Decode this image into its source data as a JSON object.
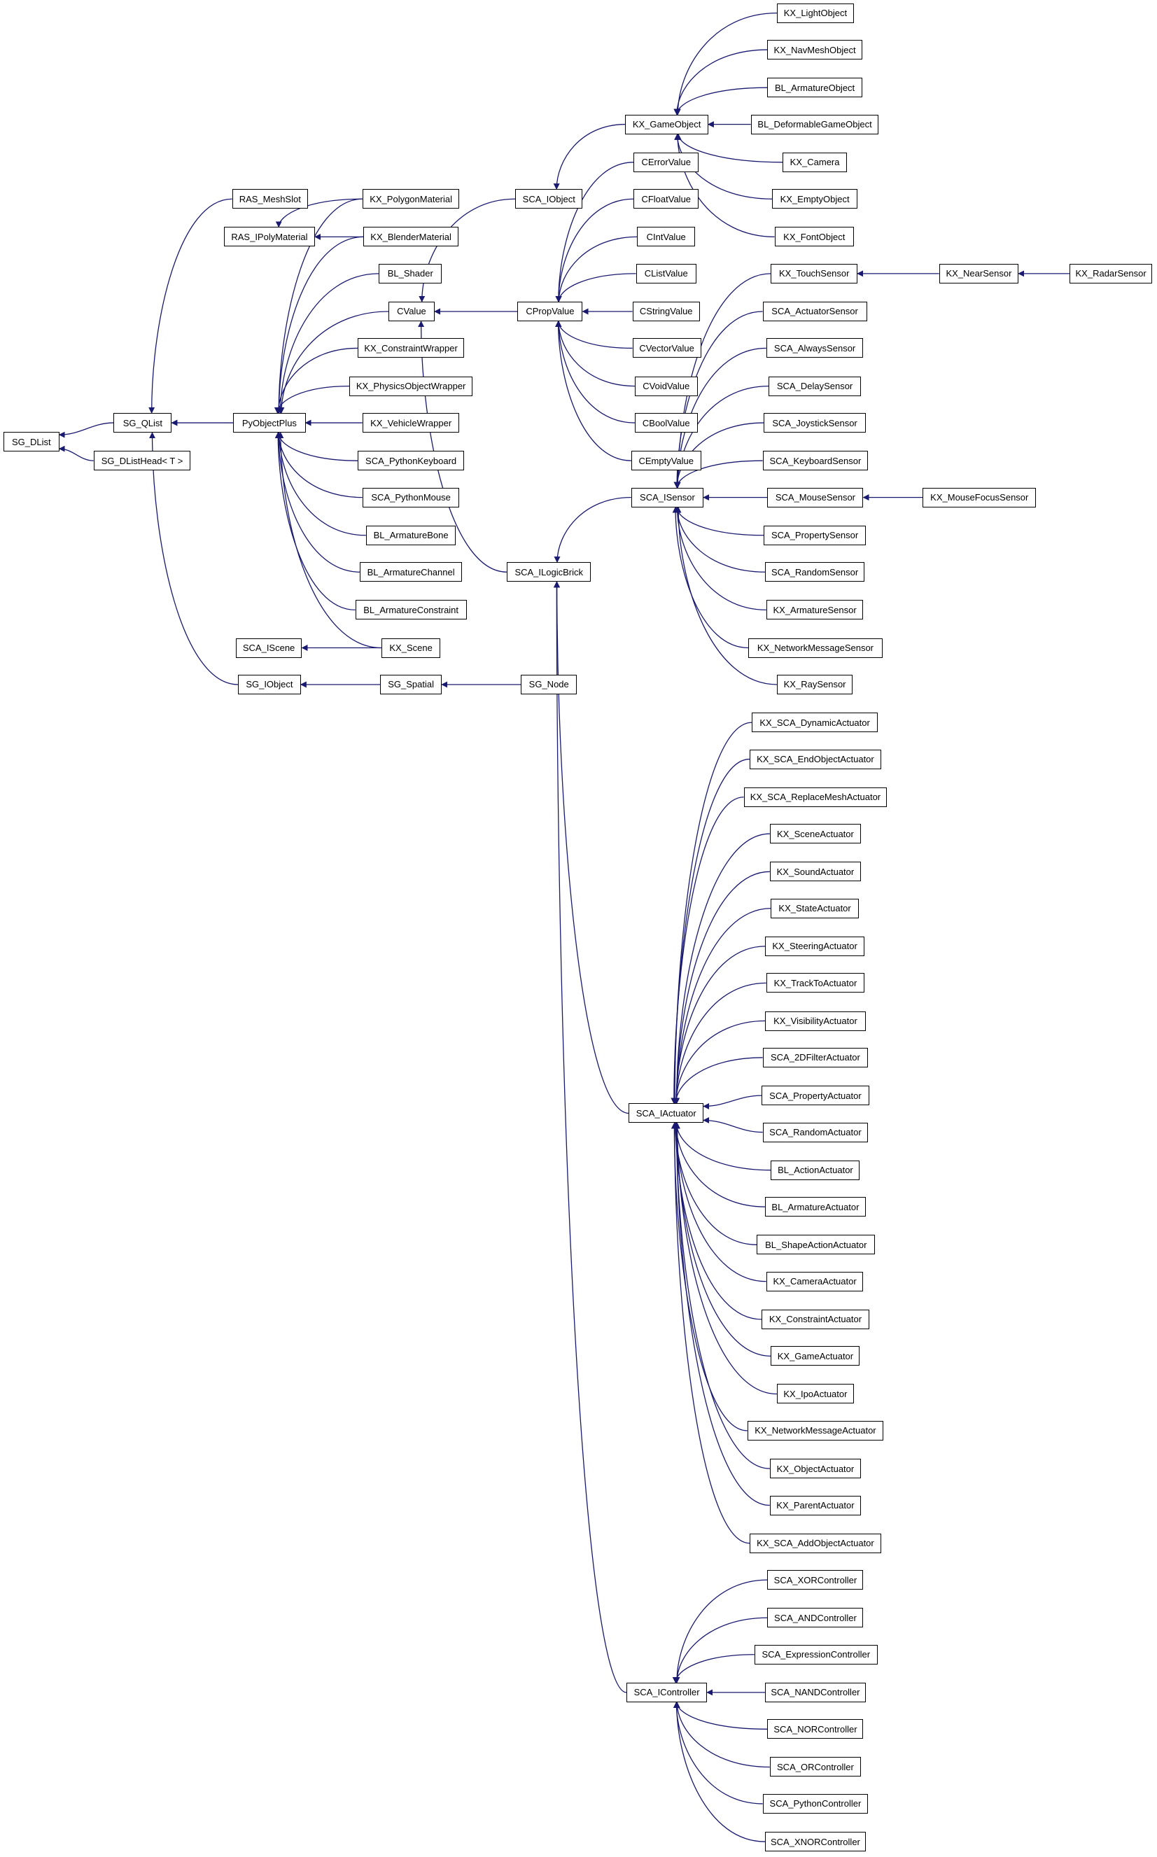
{
  "title": "Class inheritance graph",
  "colors": {
    "edge": "#191970",
    "node_border": "#000000",
    "background": "#ffffff"
  },
  "nodes": [
    "SG_DList",
    "SG_QList",
    "SG_DListHead< T >",
    "RAS_MeshSlot",
    "RAS_IPolyMaterial",
    "PyObjectPlus",
    "SCA_IScene",
    "SG_IObject",
    "KX_PolygonMaterial",
    "KX_BlenderMaterial",
    "BL_Shader",
    "CValue",
    "KX_ConstraintWrapper",
    "KX_PhysicsObjectWrapper",
    "KX_VehicleWrapper",
    "SCA_PythonKeyboard",
    "SCA_PythonMouse",
    "BL_ArmatureBone",
    "BL_ArmatureChannel",
    "BL_ArmatureConstraint",
    "KX_Scene",
    "SG_Spatial",
    "SCA_IObject",
    "CPropValue",
    "SCA_ILogicBrick",
    "SG_Node",
    "KX_GameObject",
    "CErrorValue",
    "CFloatValue",
    "CIntValue",
    "CListValue",
    "CStringValue",
    "CVectorValue",
    "CVoidValue",
    "CBoolValue",
    "CEmptyValue",
    "SCA_ISensor",
    "SCA_IActuator",
    "SCA_IController",
    "KX_LightObject",
    "KX_NavMeshObject",
    "BL_ArmatureObject",
    "BL_DeformableGameObject",
    "KX_Camera",
    "KX_EmptyObject",
    "KX_FontObject",
    "KX_TouchSensor",
    "SCA_ActuatorSensor",
    "SCA_AlwaysSensor",
    "SCA_DelaySensor",
    "SCA_JoystickSensor",
    "SCA_KeyboardSensor",
    "SCA_MouseSensor",
    "SCA_PropertySensor",
    "SCA_RandomSensor",
    "KX_ArmatureSensor",
    "KX_NetworkMessageSensor",
    "KX_RaySensor",
    "KX_NearSensor",
    "KX_RadarSensor",
    "KX_MouseFocusSensor",
    "KX_SCA_DynamicActuator",
    "KX_SCA_EndObjectActuator",
    "KX_SCA_ReplaceMeshActuator",
    "KX_SceneActuator",
    "KX_SoundActuator",
    "KX_StateActuator",
    "KX_SteeringActuator",
    "KX_TrackToActuator",
    "KX_VisibilityActuator",
    "SCA_2DFilterActuator",
    "SCA_PropertyActuator",
    "SCA_RandomActuator",
    "BL_ActionActuator",
    "BL_ArmatureActuator",
    "BL_ShapeActionActuator",
    "KX_CameraActuator",
    "KX_ConstraintActuator",
    "KX_GameActuator",
    "KX_IpoActuator",
    "KX_NetworkMessageActuator",
    "KX_ObjectActuator",
    "KX_ParentActuator",
    "KX_SCA_AddObjectActuator",
    "SCA_XORController",
    "SCA_ANDController",
    "SCA_ExpressionController",
    "SCA_NANDController",
    "SCA_NORController",
    "SCA_ORController",
    "SCA_PythonController",
    "SCA_XNORController"
  ],
  "edges": [
    [
      "SG_QList",
      "SG_DList"
    ],
    [
      "SG_DListHead< T >",
      "SG_DList"
    ],
    [
      "RAS_MeshSlot",
      "SG_QList"
    ],
    [
      "PyObjectPlus",
      "SG_QList"
    ],
    [
      "SG_IObject",
      "SG_QList"
    ],
    [
      "KX_PolygonMaterial",
      "RAS_IPolyMaterial"
    ],
    [
      "KX_BlenderMaterial",
      "RAS_IPolyMaterial"
    ],
    [
      "KX_PolygonMaterial",
      "PyObjectPlus"
    ],
    [
      "KX_BlenderMaterial",
      "PyObjectPlus"
    ],
    [
      "BL_Shader",
      "PyObjectPlus"
    ],
    [
      "CValue",
      "PyObjectPlus"
    ],
    [
      "KX_ConstraintWrapper",
      "PyObjectPlus"
    ],
    [
      "KX_PhysicsObjectWrapper",
      "PyObjectPlus"
    ],
    [
      "KX_VehicleWrapper",
      "PyObjectPlus"
    ],
    [
      "SCA_PythonKeyboard",
      "PyObjectPlus"
    ],
    [
      "SCA_PythonMouse",
      "PyObjectPlus"
    ],
    [
      "BL_ArmatureBone",
      "PyObjectPlus"
    ],
    [
      "BL_ArmatureChannel",
      "PyObjectPlus"
    ],
    [
      "BL_ArmatureConstraint",
      "PyObjectPlus"
    ],
    [
      "KX_Scene",
      "PyObjectPlus"
    ],
    [
      "KX_Scene",
      "SCA_IScene"
    ],
    [
      "SG_Spatial",
      "SG_IObject"
    ],
    [
      "SG_Node",
      "SG_Spatial"
    ],
    [
      "SCA_IObject",
      "CValue"
    ],
    [
      "CPropValue",
      "CValue"
    ],
    [
      "SCA_ILogicBrick",
      "CValue"
    ],
    [
      "KX_GameObject",
      "SCA_IObject"
    ],
    [
      "CErrorValue",
      "CPropValue"
    ],
    [
      "CFloatValue",
      "CPropValue"
    ],
    [
      "CIntValue",
      "CPropValue"
    ],
    [
      "CListValue",
      "CPropValue"
    ],
    [
      "CStringValue",
      "CPropValue"
    ],
    [
      "CVectorValue",
      "CPropValue"
    ],
    [
      "CVoidValue",
      "CPropValue"
    ],
    [
      "CBoolValue",
      "CPropValue"
    ],
    [
      "CEmptyValue",
      "CPropValue"
    ],
    [
      "SCA_ISensor",
      "SCA_ILogicBrick"
    ],
    [
      "SCA_IActuator",
      "SCA_ILogicBrick"
    ],
    [
      "SCA_IController",
      "SCA_ILogicBrick"
    ],
    [
      "KX_LightObject",
      "KX_GameObject"
    ],
    [
      "KX_NavMeshObject",
      "KX_GameObject"
    ],
    [
      "BL_ArmatureObject",
      "KX_GameObject"
    ],
    [
      "BL_DeformableGameObject",
      "KX_GameObject"
    ],
    [
      "KX_Camera",
      "KX_GameObject"
    ],
    [
      "KX_EmptyObject",
      "KX_GameObject"
    ],
    [
      "KX_FontObject",
      "KX_GameObject"
    ],
    [
      "KX_TouchSensor",
      "SCA_ISensor"
    ],
    [
      "SCA_ActuatorSensor",
      "SCA_ISensor"
    ],
    [
      "SCA_AlwaysSensor",
      "SCA_ISensor"
    ],
    [
      "SCA_DelaySensor",
      "SCA_ISensor"
    ],
    [
      "SCA_JoystickSensor",
      "SCA_ISensor"
    ],
    [
      "SCA_KeyboardSensor",
      "SCA_ISensor"
    ],
    [
      "SCA_MouseSensor",
      "SCA_ISensor"
    ],
    [
      "SCA_PropertySensor",
      "SCA_ISensor"
    ],
    [
      "SCA_RandomSensor",
      "SCA_ISensor"
    ],
    [
      "KX_ArmatureSensor",
      "SCA_ISensor"
    ],
    [
      "KX_NetworkMessageSensor",
      "SCA_ISensor"
    ],
    [
      "KX_RaySensor",
      "SCA_ISensor"
    ],
    [
      "KX_NearSensor",
      "KX_TouchSensor"
    ],
    [
      "KX_RadarSensor",
      "KX_NearSensor"
    ],
    [
      "KX_MouseFocusSensor",
      "SCA_MouseSensor"
    ],
    [
      "KX_SCA_DynamicActuator",
      "SCA_IActuator"
    ],
    [
      "KX_SCA_EndObjectActuator",
      "SCA_IActuator"
    ],
    [
      "KX_SCA_ReplaceMeshActuator",
      "SCA_IActuator"
    ],
    [
      "KX_SceneActuator",
      "SCA_IActuator"
    ],
    [
      "KX_SoundActuator",
      "SCA_IActuator"
    ],
    [
      "KX_StateActuator",
      "SCA_IActuator"
    ],
    [
      "KX_SteeringActuator",
      "SCA_IActuator"
    ],
    [
      "KX_TrackToActuator",
      "SCA_IActuator"
    ],
    [
      "KX_VisibilityActuator",
      "SCA_IActuator"
    ],
    [
      "SCA_2DFilterActuator",
      "SCA_IActuator"
    ],
    [
      "SCA_PropertyActuator",
      "SCA_IActuator"
    ],
    [
      "SCA_RandomActuator",
      "SCA_IActuator"
    ],
    [
      "BL_ActionActuator",
      "SCA_IActuator"
    ],
    [
      "BL_ArmatureActuator",
      "SCA_IActuator"
    ],
    [
      "BL_ShapeActionActuator",
      "SCA_IActuator"
    ],
    [
      "KX_CameraActuator",
      "SCA_IActuator"
    ],
    [
      "KX_ConstraintActuator",
      "SCA_IActuator"
    ],
    [
      "KX_GameActuator",
      "SCA_IActuator"
    ],
    [
      "KX_IpoActuator",
      "SCA_IActuator"
    ],
    [
      "KX_NetworkMessageActuator",
      "SCA_IActuator"
    ],
    [
      "KX_ObjectActuator",
      "SCA_IActuator"
    ],
    [
      "KX_ParentActuator",
      "SCA_IActuator"
    ],
    [
      "KX_SCA_AddObjectActuator",
      "SCA_IActuator"
    ],
    [
      "SCA_XORController",
      "SCA_IController"
    ],
    [
      "SCA_ANDController",
      "SCA_IController"
    ],
    [
      "SCA_ExpressionController",
      "SCA_IController"
    ],
    [
      "SCA_NANDController",
      "SCA_IController"
    ],
    [
      "SCA_NORController",
      "SCA_IController"
    ],
    [
      "SCA_ORController",
      "SCA_IController"
    ],
    [
      "SCA_PythonController",
      "SCA_IController"
    ],
    [
      "SCA_XNORController",
      "SCA_IController"
    ]
  ]
}
